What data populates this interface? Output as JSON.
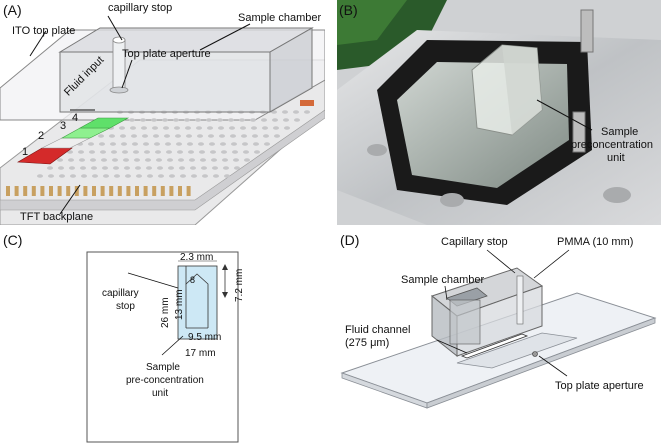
{
  "panels": {
    "a": {
      "label": "(A)",
      "annotations": {
        "capillary_stop": "capillary  stop",
        "sample_chamber": "Sample chamber",
        "ito_top_plate": "ITO top plate",
        "top_plate_aperture": "Top plate  aperture",
        "fluid_input": "Fluid input",
        "tft_backplane": "TFT backplane",
        "lane_numbers": [
          "1",
          "2",
          "3",
          "4"
        ]
      },
      "colors": {
        "red": "#d42a2a",
        "green": "#5fe06a",
        "gold": "#c8a060"
      }
    },
    "b": {
      "label": "(B)",
      "annotation_lines": [
        "Sample",
        "preconcentration",
        "unit"
      ]
    },
    "c": {
      "label": "(C)",
      "dims": {
        "width_top": "2.3 mm",
        "height_right": "7.2 mm",
        "height_total": "26 mm",
        "inner_height": "13 mm",
        "inner_width": "9.5 mm",
        "bottom_width": "17 mm",
        "small": "8"
      },
      "capillary_stop_lines": [
        "capillary",
        "stop"
      ],
      "unit_lines": [
        "Sample",
        "pre-concentration",
        "unit"
      ]
    },
    "d": {
      "label": "(D)",
      "annotations": {
        "capillary_stop": "Capillary stop",
        "pmma": "PMMA (10 mm)",
        "sample_chamber": "Sample chamber",
        "fluid_channel_1": "Fluid channel",
        "fluid_channel_2": "(275 μm)",
        "top_plate_aperture": "Top plate  aperture"
      }
    }
  }
}
